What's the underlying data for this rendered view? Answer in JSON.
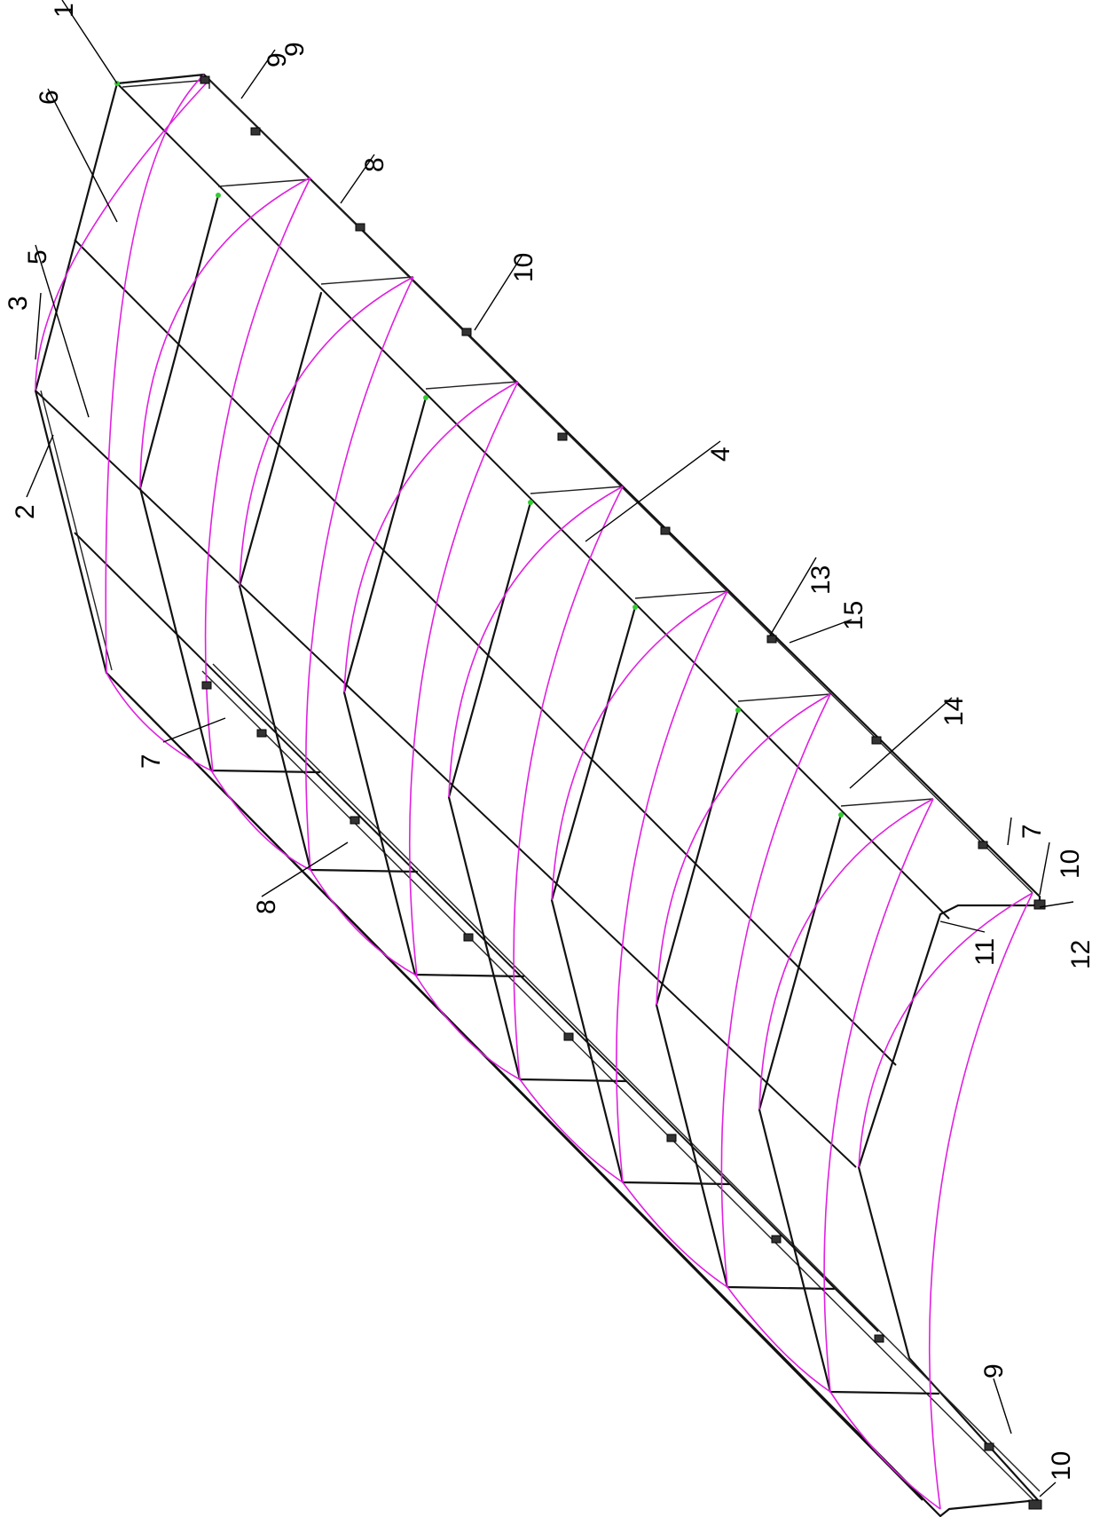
{
  "labels": {
    "l1": "1",
    "l2": "2",
    "l3": "3",
    "l4": "4",
    "l5": "5",
    "l6": "6",
    "l7a": "7",
    "l7b": "7",
    "l8a": "8",
    "l8b": "8",
    "l9a": "9",
    "l9b": "9",
    "l9c": "9",
    "l10a": "10",
    "l10b": "10",
    "l10c": "10",
    "l11": "11",
    "l12": "12",
    "l13": "13",
    "l14": "14",
    "l15": "15"
  },
  "colors": {
    "frame": "#111111",
    "arc": "#e020e0",
    "node": "#33cc33"
  }
}
